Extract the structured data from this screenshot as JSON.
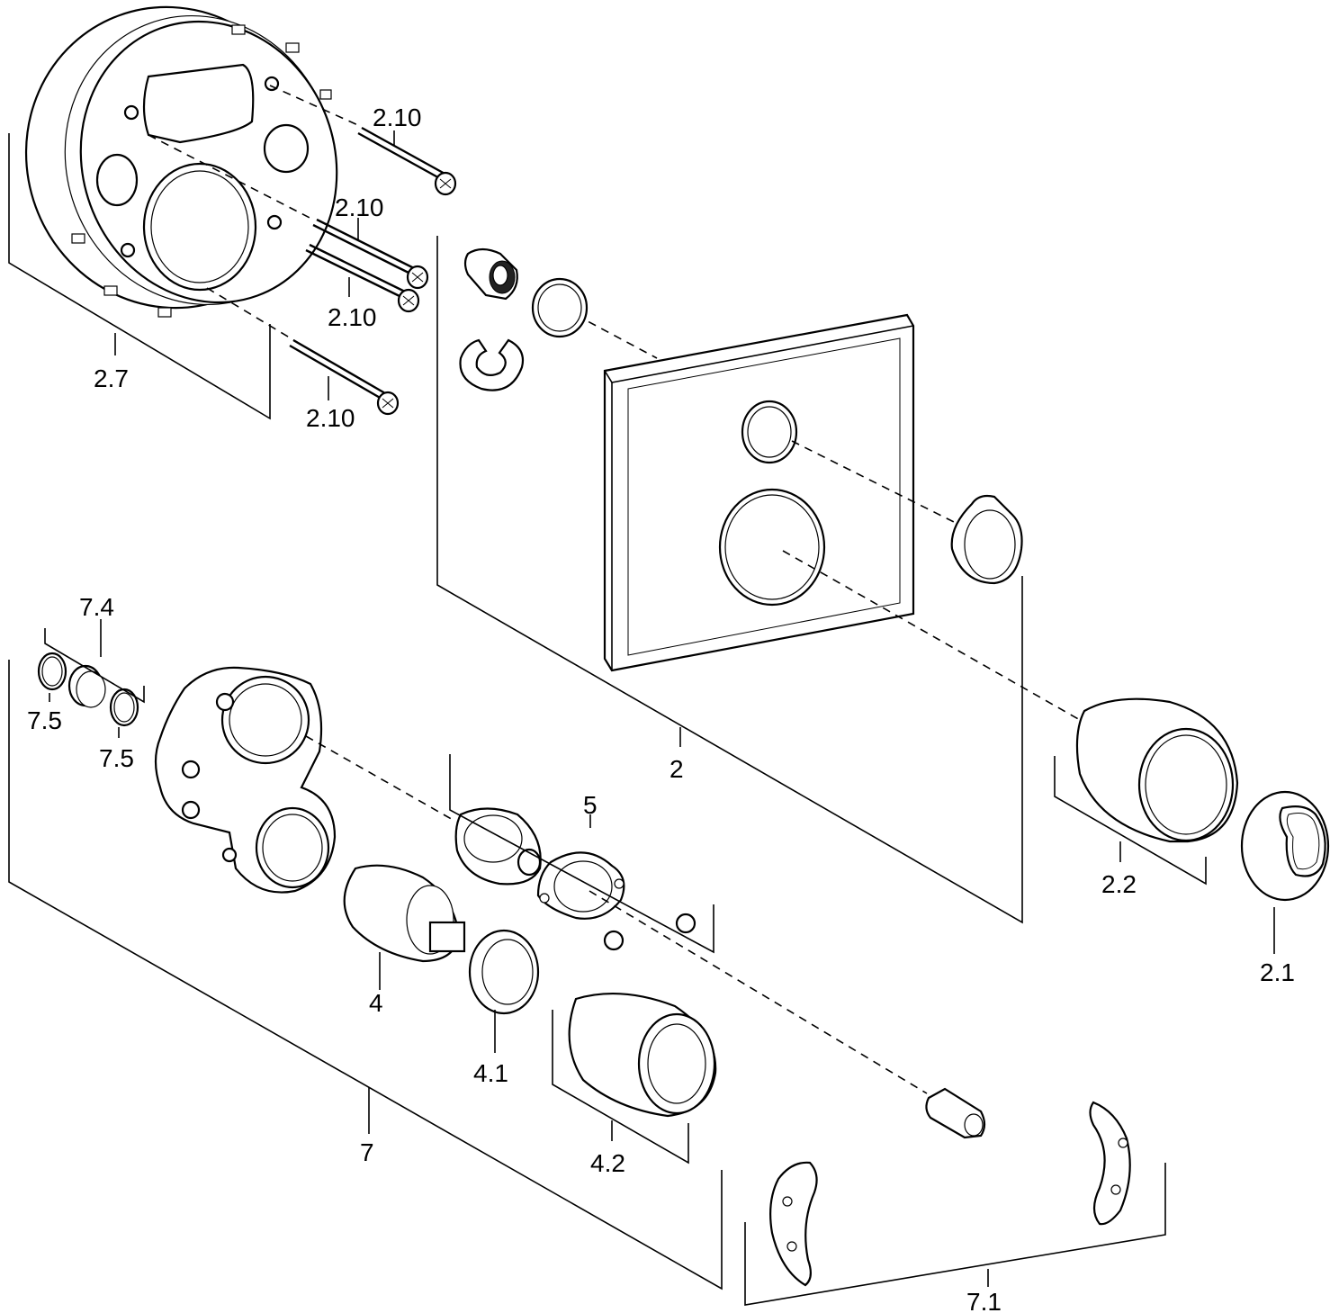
{
  "labels": {
    "l_2_10_a": "2.10",
    "l_2_10_b": "2.10",
    "l_2_10_c": "2.10",
    "l_2_10_d": "2.10",
    "l_2_7": "2.7",
    "l_2": "2",
    "l_2_2": "2.2",
    "l_2_1": "2.1",
    "l_7_4": "7.4",
    "l_7_5_a": "7.5",
    "l_7_5_b": "7.5",
    "l_5": "5",
    "l_4": "4",
    "l_4_1": "4.1",
    "l_4_2": "4.2",
    "l_7": "7",
    "l_7_1": "7.1"
  }
}
